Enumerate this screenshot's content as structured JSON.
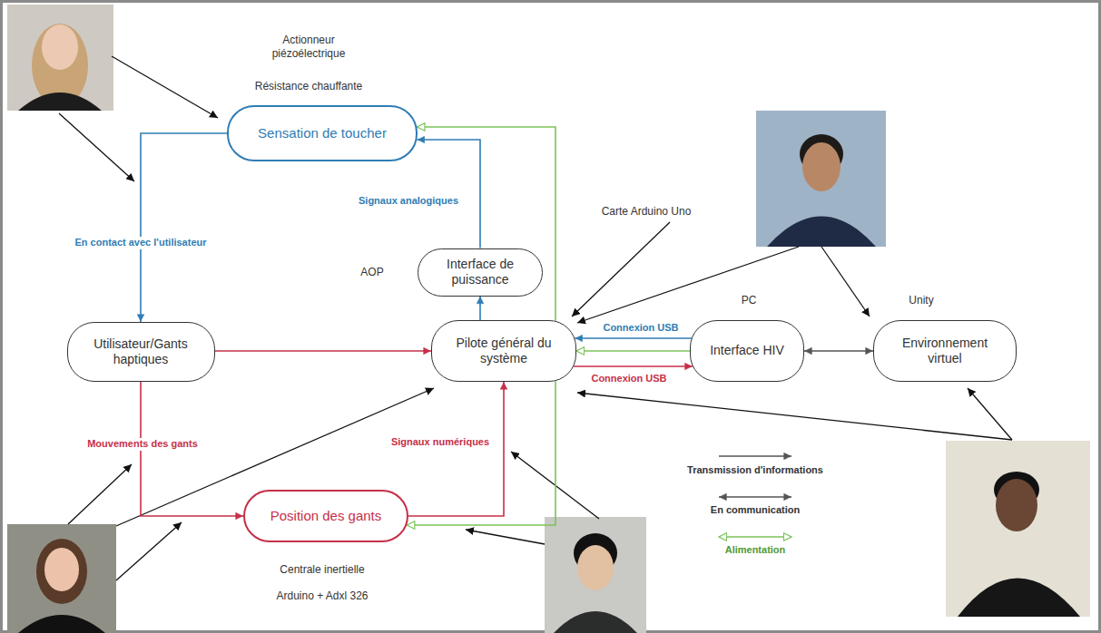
{
  "diagram": {
    "nodes": [
      {
        "text": [
          "Sensation de toucher"
        ]
      },
      {
        "text": [
          "Interface de puissance"
        ]
      },
      {
        "text": [
          "Utilisateur/Gants haptiques"
        ]
      },
      {
        "text": [
          "Pilote général du système"
        ]
      },
      {
        "text": [
          "Interface HIV"
        ]
      },
      {
        "text": [
          "Environnement virtuel"
        ]
      },
      {
        "text": [
          "Position des gants"
        ]
      }
    ],
    "edges": [
      {
        "from": 0,
        "to": 2,
        "arrow": "to",
        "label": "En contact avec l'utilisateur"
      },
      {
        "from": 1,
        "to": 0,
        "arrow": "to",
        "label": "Signaux analogiques"
      },
      {
        "from": 3,
        "to": 1,
        "arrow": "to"
      },
      {
        "from": 2,
        "to": 3,
        "arrow": "to"
      },
      {
        "from": 2,
        "to": 6,
        "arrow": "to",
        "label": "Mouvements des gants"
      },
      {
        "from": 6,
        "to": 3,
        "arrow": "to",
        "label": "Signaux numériques"
      },
      {
        "from": 4,
        "to": 3,
        "arrow": "to",
        "label": "Connexion USB"
      },
      {
        "from": 3,
        "to": 4,
        "arrow": "to",
        "label": "Connexion USB"
      },
      {
        "from": 4,
        "to": 5,
        "arrow": "both"
      },
      {
        "from": 4,
        "to": 3,
        "arrow": "to"
      },
      {
        "from": 3,
        "to": 0,
        "arrow": "to"
      },
      {
        "from": 3,
        "to": 6,
        "arrow": "to"
      }
    ],
    "labels": [
      "Actionneur piézoélectrique",
      "Résistance chauffante",
      "AOP",
      "Carte Arduino Uno",
      "PC",
      "Unity",
      "Centrale inertielle",
      "Arduino + Adxl 326"
    ],
    "legend": [
      {
        "text": "Transmission d'informations"
      },
      {
        "text": "En communication"
      },
      {
        "text": "Alimentation"
      }
    ]
  }
}
